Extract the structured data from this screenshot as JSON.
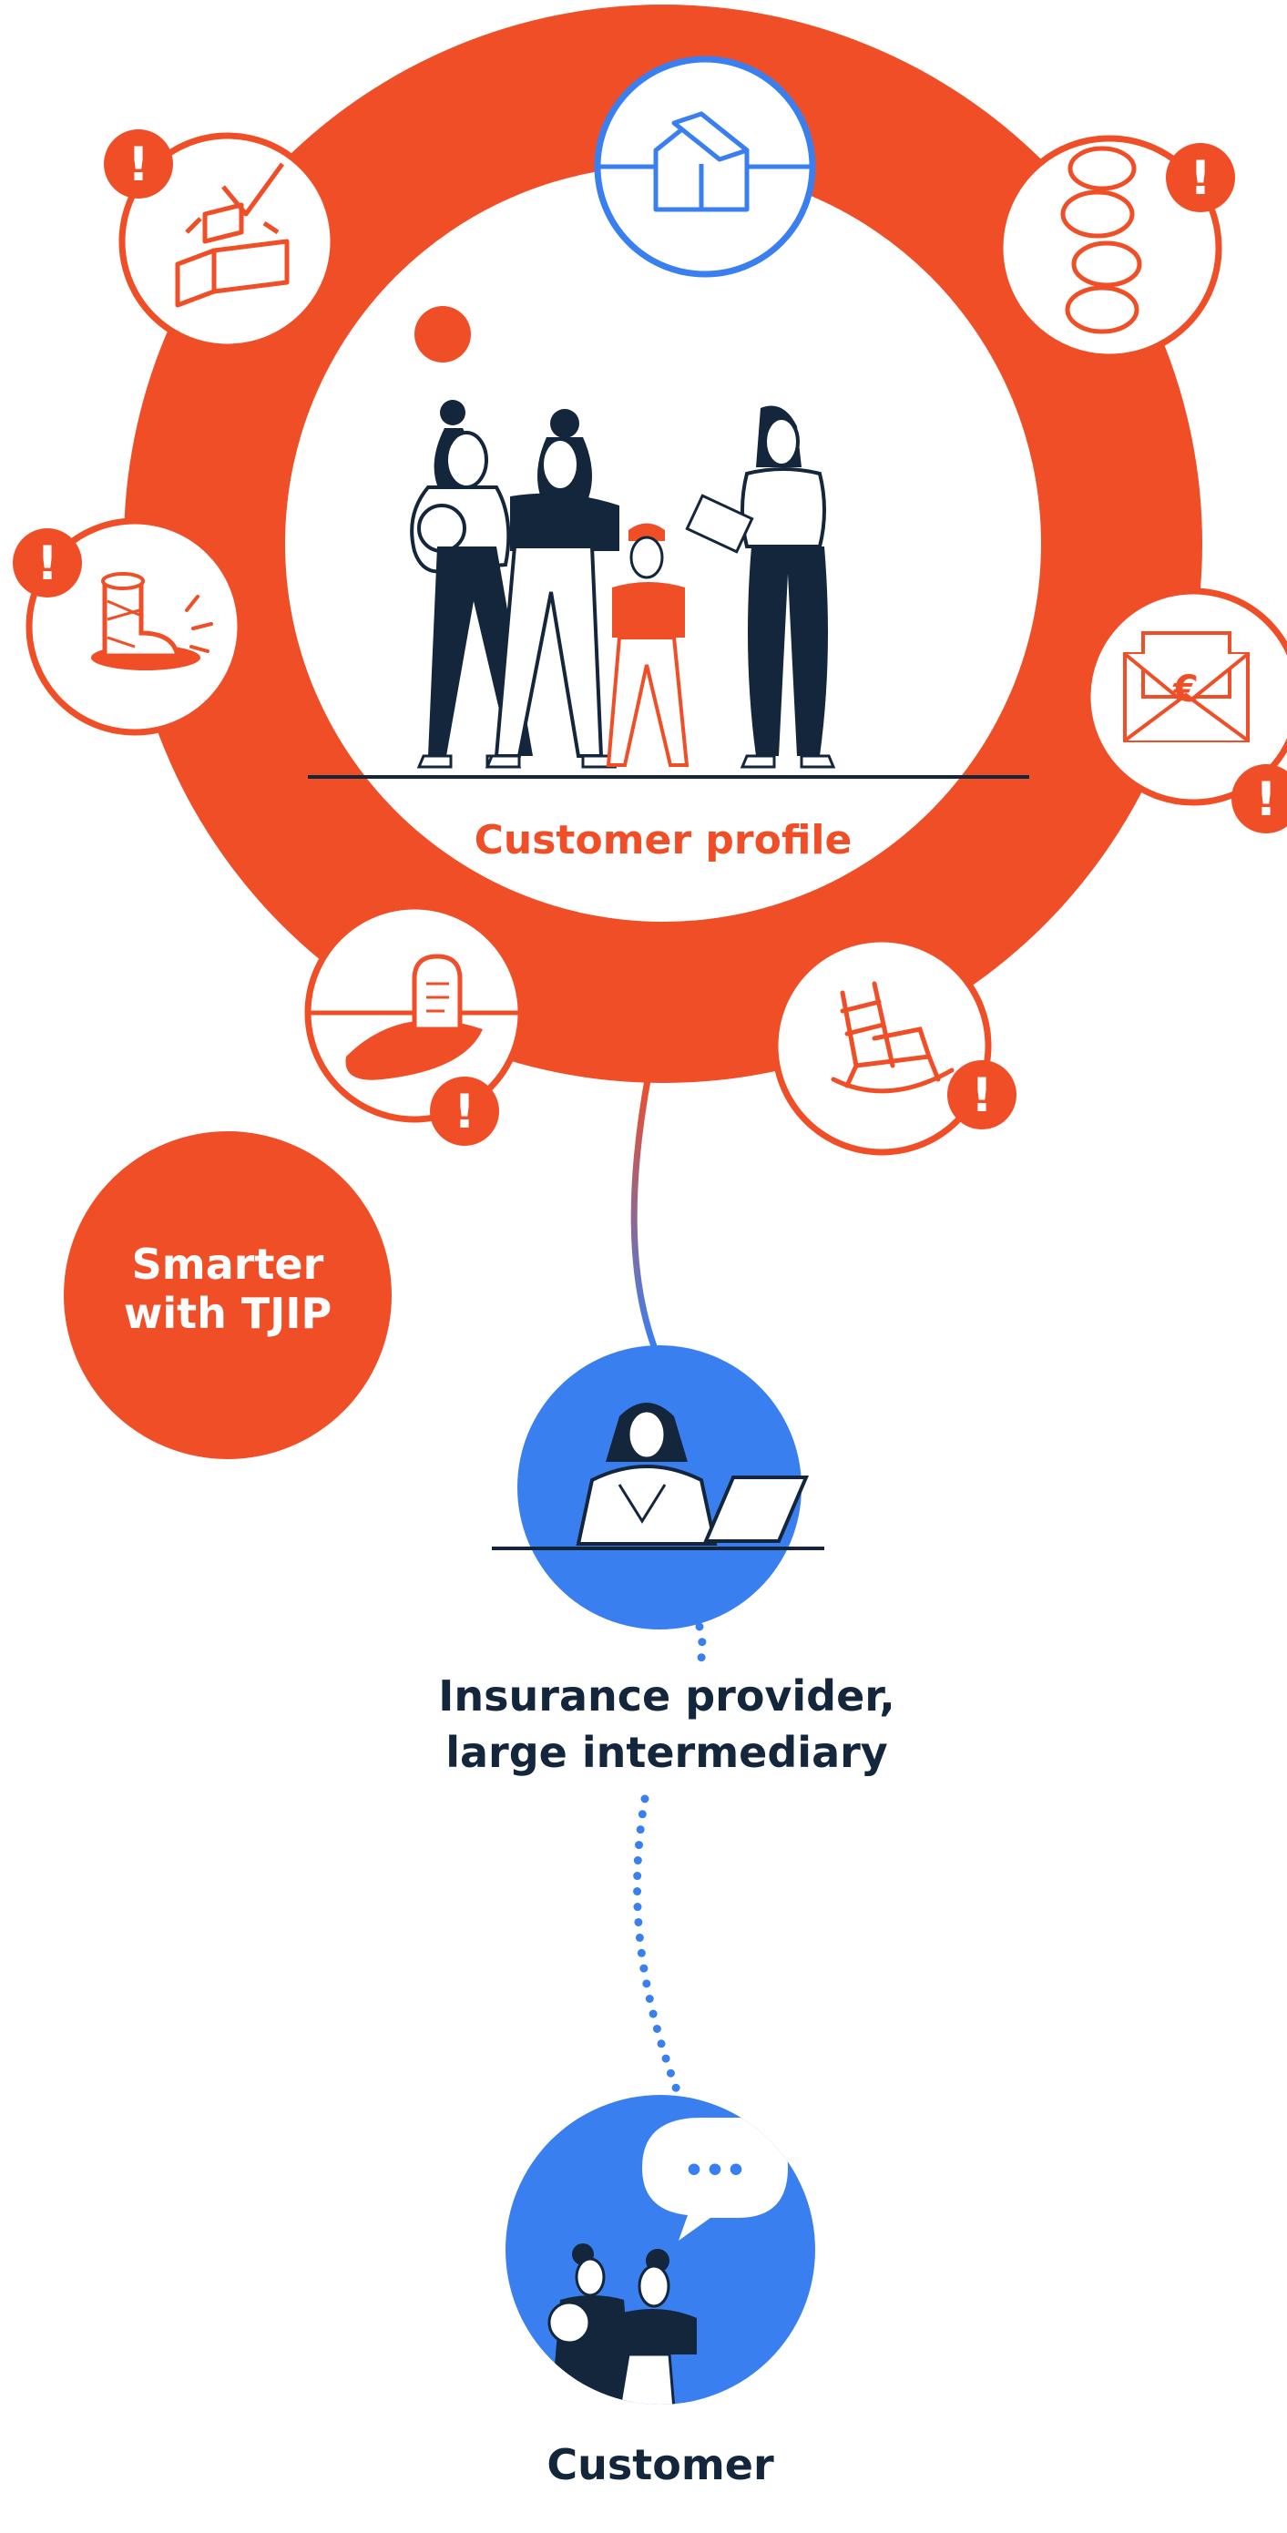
{
  "colors": {
    "orange": "#F04E27",
    "blue": "#3A7FF0",
    "navy": "#13263B",
    "white": "#FFFFFF"
  },
  "diagram": {
    "profile_label": "Customer profile",
    "tjip_line1": "Smarter",
    "tjip_line2": "with TJIP",
    "provider_line1": "Insurance provider,",
    "provider_line2": "large  intermediary",
    "customer_label": "Customer",
    "alert_mark": "!",
    "speech_dots": "•••",
    "euro_symbol": "€"
  },
  "icons": [
    "house-icon",
    "coins-icon",
    "envelope-euro-icon",
    "rocking-chair-icon",
    "gravestone-icon",
    "injured-leg-icon",
    "falling-blocks-icon",
    "family-illustration",
    "advisor-laptop-illustration",
    "customer-speech-illustration"
  ]
}
